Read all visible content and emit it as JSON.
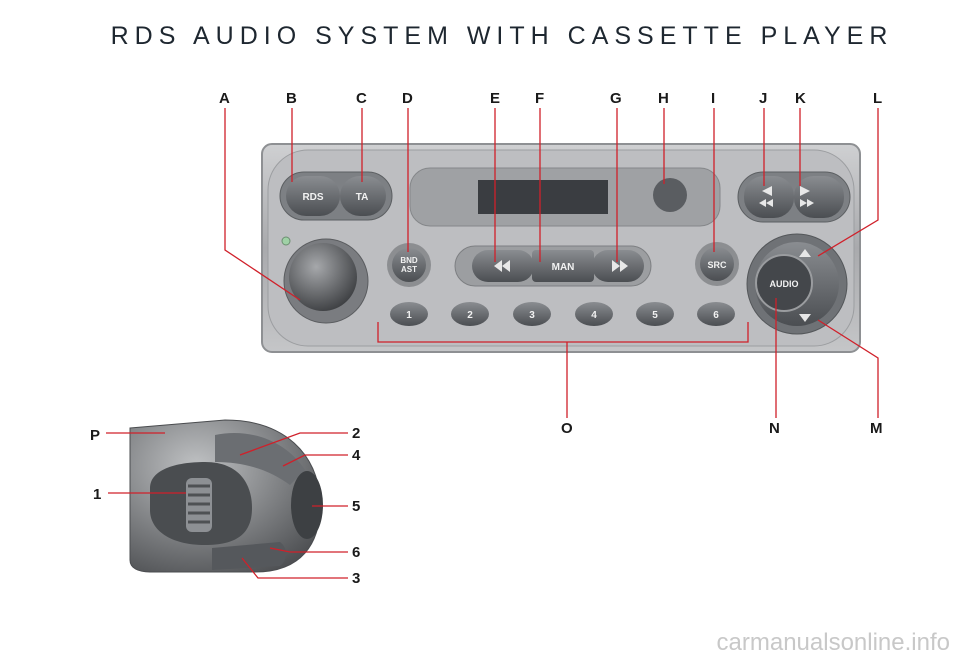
{
  "title": "RDS AUDIO SYSTEM WITH CASSETTE PLAYER",
  "labels": {
    "A": "A",
    "B": "B",
    "C": "C",
    "D": "D",
    "E": "E",
    "F": "F",
    "G": "G",
    "H": "H",
    "I": "I",
    "J": "J",
    "K": "K",
    "L": "L",
    "M": "M",
    "N": "N",
    "O": "O",
    "P": "P",
    "n1": "1",
    "n2": "2",
    "n3": "3",
    "n4": "4",
    "n5": "5",
    "n6": "6"
  },
  "buttons": {
    "rds": "RDS",
    "ta": "TA",
    "bnd": "BND",
    "ast": "AST",
    "man": "MAN",
    "src": "SRC",
    "audio": "AUDIO",
    "presets": [
      "1",
      "2",
      "3",
      "4",
      "5",
      "6"
    ]
  },
  "footer": "carmanualsonline.info"
}
